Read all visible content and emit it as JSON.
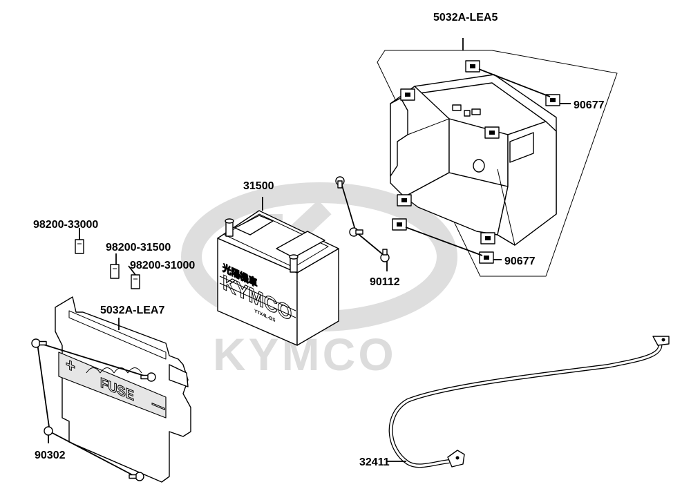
{
  "watermark": {
    "text": "KYMCO"
  },
  "labels": {
    "battery_box": "5032A-LEA5",
    "box_clip_upper": "90677",
    "box_clip_lower": "90677",
    "battery": "31500",
    "bolt_90112": "90112",
    "fuse_30a": "98200-33000",
    "fuse_15a": "98200-31500",
    "fuse_10a": "98200-31000",
    "fuse_plate": "5032A-LEA7",
    "screw_90302": "90302",
    "cable": "32411"
  },
  "battery_markings": {
    "brand": "KYMCO",
    "chinese": "光陽機車",
    "model": "YTX4L-BS"
  },
  "fuse_plate_markings": {
    "plus": "+",
    "fuse": "FUSE",
    "minus": "—"
  }
}
